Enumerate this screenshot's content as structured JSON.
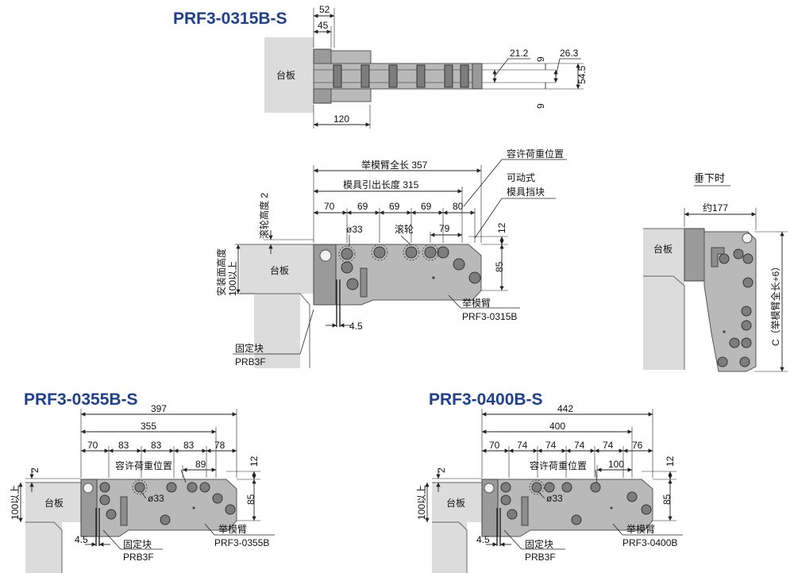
{
  "top_view": {
    "title": "PRF3-0315B-S",
    "plate": "台板",
    "d52": "52",
    "d45": "45",
    "d120": "120",
    "d21_2": "21.2",
    "d9a": "9",
    "d26_3": "26.3",
    "d54_5": "54.5",
    "d9b": "9"
  },
  "side_0315": {
    "total": "举模臂全长 357",
    "extend": "模具引出长度 315",
    "load_pos": "容许荷重位置",
    "movable_1": "可动式",
    "movable_2": "模具挡块",
    "roller_height": "滚轮高度 2",
    "d70": "70",
    "d69a": "69",
    "d69b": "69",
    "d69c": "69",
    "d80": "80",
    "phi33": "ø33",
    "roller": "滚轮",
    "d79": "79",
    "d12": "12",
    "d85": "85",
    "install_height": "安装面高度",
    "min100": "100以上",
    "plate": "台板",
    "d4_5": "4.5",
    "arm_label": "举模臂",
    "arm_model": "PRF3-0315B",
    "block_label": "固定块",
    "block_model": "PRB3F"
  },
  "hanging": {
    "title": "垂下时",
    "approx": "约177",
    "plate": "台板",
    "c_label": "C（举模臂全长+6）"
  },
  "side_0355": {
    "title": "PRF3-0355B-S",
    "d397": "397",
    "d355": "355",
    "d70": "70",
    "d83a": "83",
    "d83b": "83",
    "d83c": "83",
    "d78": "78",
    "load_pos": "容许荷重位置",
    "d89": "89",
    "d2": "2",
    "d12": "12",
    "d85": "85",
    "plate": "台板",
    "min100": "100以上",
    "phi33": "ø33",
    "d4_5": "4.5",
    "block_label": "固定块",
    "block_model": "PRB3F",
    "arm_label": "举模臂",
    "arm_model": "PRF3-0355B"
  },
  "side_0400": {
    "title": "PRF3-0400B-S",
    "d442": "442",
    "d400": "400",
    "d70": "70",
    "d74a": "74",
    "d74b": "74",
    "d74c": "74",
    "d74d": "74",
    "d76": "76",
    "load_pos": "容许荷重位置",
    "d100": "100",
    "d2": "2",
    "d12": "12",
    "d85": "85",
    "plate": "台板",
    "min100": "100以上",
    "phi33": "ø33",
    "d4_5": "4.5",
    "block_label": "固定块",
    "block_model": "PRB3F",
    "arm_label": "举模臂",
    "arm_model": "PRF3-0400B"
  }
}
